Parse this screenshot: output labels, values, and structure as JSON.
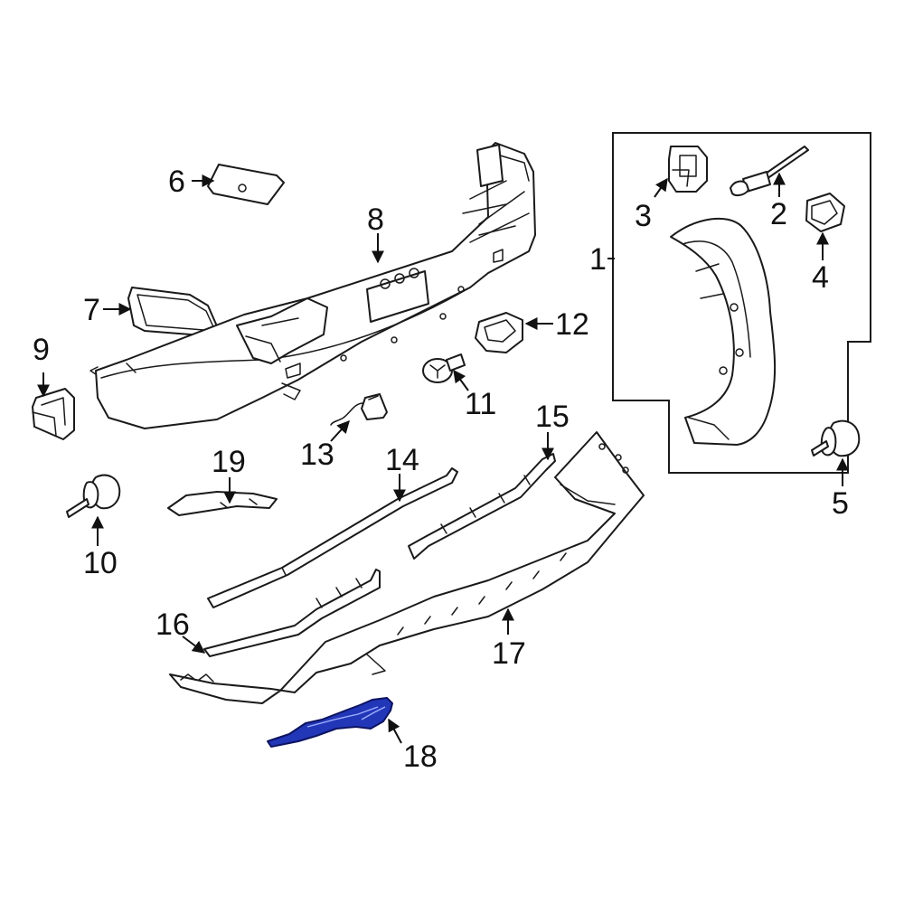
{
  "callouts": {
    "c1": "1",
    "c2": "2",
    "c3": "3",
    "c4": "4",
    "c5": "5",
    "c6": "6",
    "c7": "7",
    "c8": "8",
    "c9": "9",
    "c10": "10",
    "c11": "11",
    "c12": "12",
    "c13": "13",
    "c14": "14",
    "c15": "15",
    "c16": "16",
    "c17": "17",
    "c18": "18",
    "c19": "19"
  },
  "highlight": {
    "part": "18",
    "color": "#2236b8"
  }
}
